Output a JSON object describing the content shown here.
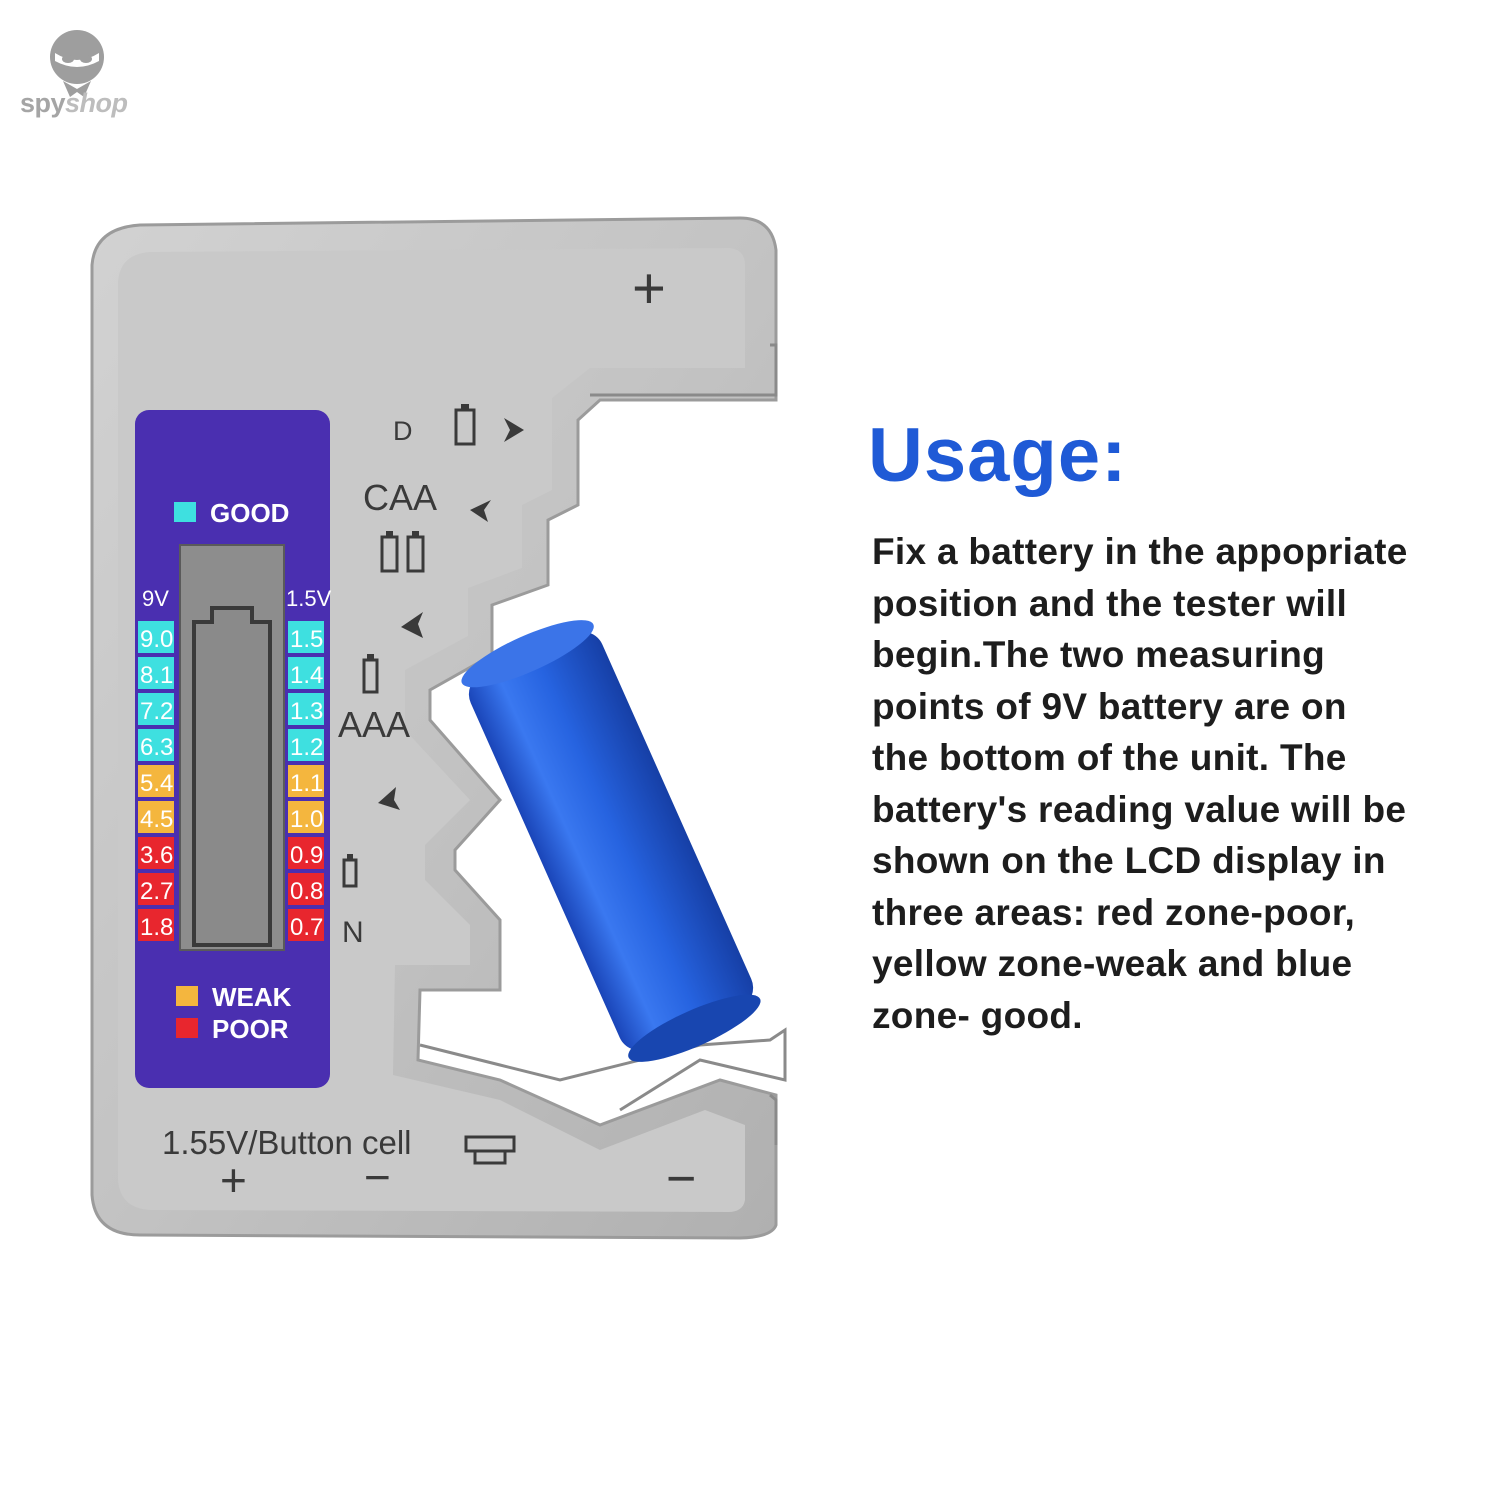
{
  "brand": {
    "name_part1": "spy",
    "name_part2": "shop"
  },
  "tester": {
    "legend": {
      "good": "GOOD",
      "weak": "WEAK",
      "poor": "POOR"
    },
    "scale_9v": {
      "header": "9V",
      "values": [
        "9.0",
        "8.1",
        "7.2",
        "6.3",
        "5.4",
        "4.5",
        "3.6",
        "2.7",
        "1.8"
      ]
    },
    "scale_15v": {
      "header": "1.5V",
      "values": [
        "1.5",
        "1.4",
        "1.3",
        "1.2",
        "1.1",
        "1.0",
        "0.9",
        "0.8",
        "0.7"
      ]
    },
    "slot_labels": {
      "d": "D",
      "caa": "CAA",
      "aaa": "AAA",
      "n": "N"
    },
    "button_cell_label": "1.55V/Button cell",
    "terminals": {
      "plus": "+",
      "minus": "−"
    },
    "colors": {
      "good": "#3ee0e0",
      "weak": "#f4b63e",
      "poor": "#e8262e",
      "panel": "#4a2fb0",
      "battery": "#1f5ad6"
    }
  },
  "usage": {
    "title": "Usage:",
    "lines": [
      "Fix a battery in the appopriate",
      "position and the tester will",
      "begin.The two measuring",
      "points of 9V battery are on",
      "the bottom of the unit. The",
      "battery's reading value will be",
      "shown on the LCD display in",
      "three areas: red zone-poor,",
      "yellow zone-weak and blue",
      "zone- good."
    ]
  }
}
